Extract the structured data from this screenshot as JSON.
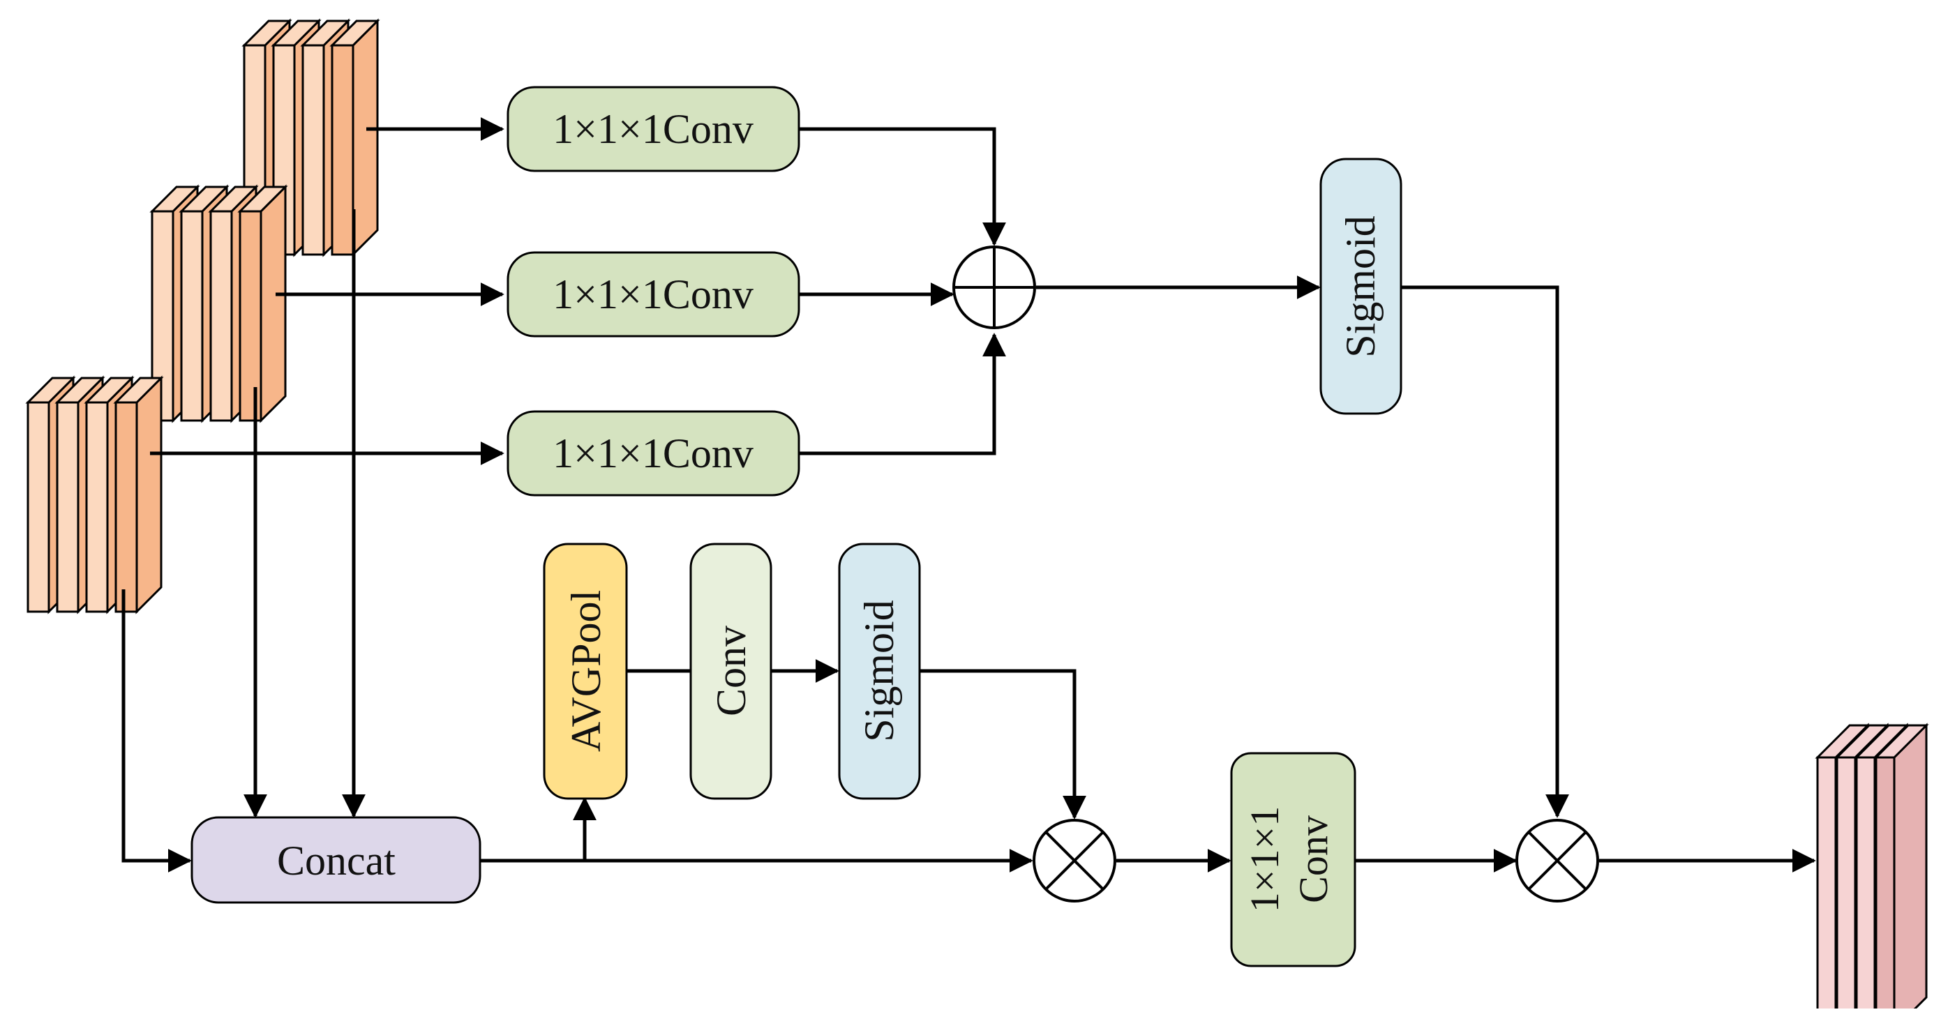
{
  "blocks": {
    "conv_top": "1×1×1Conv",
    "conv_mid": "1×1×1Conv",
    "conv_bot": "1×1×1Conv",
    "sigmoid_top": "Sigmoid",
    "avgpool": "AVGPool",
    "conv_small": "Conv",
    "sigmoid_small": "Sigmoid",
    "concat": "Concat",
    "conv_out_line1": "1×1×1",
    "conv_out_line2": "Conv"
  },
  "colors": {
    "green_block": "#d5e3c0",
    "light_green_block": "#e8f0dc",
    "blue_block": "#d6e9f0",
    "yellow_block": "#ffe08a",
    "purple_block": "#ddd7ea",
    "feature_light": "#fcd9bf",
    "feature_dark": "#f7b68a",
    "output_light": "#f6d3d3",
    "output_dark": "#e6b2b2",
    "line": "#000000"
  }
}
